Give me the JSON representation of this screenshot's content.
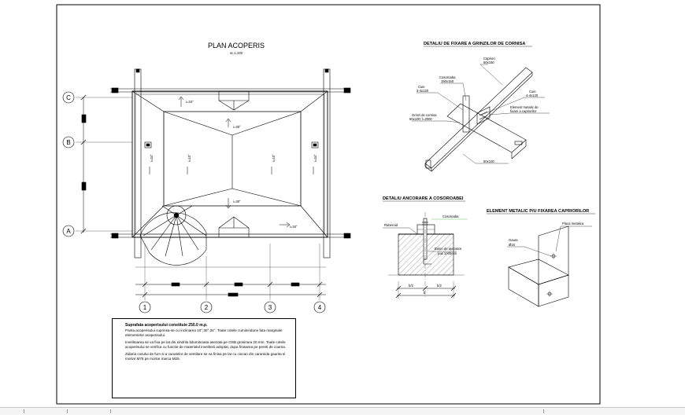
{
  "plan": {
    "title": "PLAN ACOPERIS",
    "scale": "sc.1:100",
    "axes_letters": [
      "C",
      "B",
      "A"
    ],
    "axes_numbers": [
      "1",
      "2",
      "3",
      "4"
    ],
    "slopes": {
      "top_left": "i=34°",
      "top_center": "i=30°",
      "bottom_center": "i=30°",
      "bottom_right": "i=34°",
      "left_outer": "i=34°",
      "left_inner": "i=10°",
      "right_inner": "i=10°",
      "right_outer": "i=34°"
    }
  },
  "detail_gutter": {
    "title": "DETALIU DE FIXARE A GRINZILOR DE CORNISA",
    "labels": {
      "capriori": "Capriori",
      "capriori_size": "50x150",
      "cosoroaba": "Cosoroaba",
      "cosoroaba_size": "150x150",
      "cuie_left": "Cuie",
      "cuie_left_size": "3-4x120",
      "cuie_right": "Cuie",
      "cuie_right_size": "4-4x120",
      "grinzi": "Grinzi de cornisa",
      "grinzi_size": "60x100; l=2000",
      "element_1": "Element metalic de",
      "element_2": "fixare a capriorilor",
      "dim": "50x100"
    }
  },
  "detail_anchor": {
    "title": "DETALIU ANCORARE A COSOROABEI",
    "labels": {
      "cosoroaba": "Cosoroaba",
      "ruberoid": "Ruberoid",
      "bolt_1": "Bulon de ancorare",
      "bolt_2": "pas 1000mm",
      "dim_left": "b/2",
      "dim_right": "b/2",
      "dim_total": "b"
    }
  },
  "detail_element": {
    "title": "ELEMENT METALIC P/U FIXAREA CAPRIORILOR",
    "labels": {
      "placa": "Placa metalica",
      "gaura": "Gaura",
      "gaura_size": "Ø16"
    }
  },
  "notes": {
    "heading": "Suprafata acoperisului constituie 250.0 m.p.",
    "p1": "Panta acoperisului cuprinsa-se cu inclinarea 10°,30°,34°. Toate cotele cuminindune fata marginale elementelor acoperisului.",
    "p2": "Invelitoarea se va fixa pe lat din sindrila bituminoasa asezata pe OSB grosimea 20 mm. Toate cotele acoperisului se verifica cu functie de materialul invelitorii adoptat, dupa finisarea pe pereti de coama.",
    "p3": "Zidaria cosului de fum si a canalelor de ventilare se va finisa pe lat cu ciocan din caramida gaurita si mortar M75 pe mortar marca M25."
  },
  "colors": {
    "ink": "#000000",
    "paper": "#ffffff",
    "accent": "#2e9e2e",
    "status": "#f4f4f4"
  }
}
